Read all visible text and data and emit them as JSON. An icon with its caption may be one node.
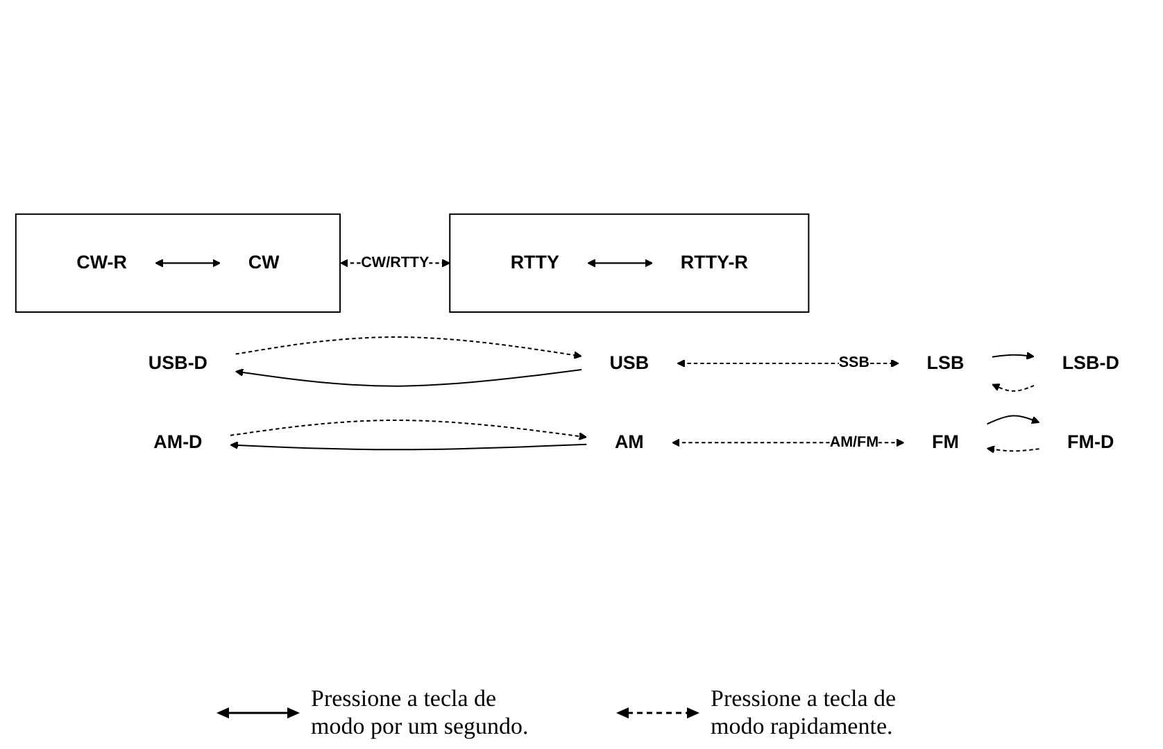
{
  "diagram": {
    "nodes": [
      {
        "text": [
          "USB-D"
        ]
      },
      {
        "text": [
          "USB"
        ]
      },
      {
        "text": [
          "LSB"
        ]
      },
      {
        "text": [
          "LSB-D"
        ]
      },
      {
        "text": [],
        "shape": "box"
      },
      {
        "text": [
          "CW-R"
        ],
        "in": 4
      },
      {
        "text": [
          "CW"
        ],
        "in": 4
      },
      {
        "text": [],
        "shape": "box"
      },
      {
        "text": [
          "RTTY"
        ],
        "in": 7
      },
      {
        "text": [
          "RTTY-R"
        ],
        "in": 7
      },
      {
        "text": [
          "AM-D"
        ]
      },
      {
        "text": [
          "AM"
        ]
      },
      {
        "text": [
          "FM"
        ]
      },
      {
        "text": [
          "FM-D"
        ]
      }
    ],
    "edges": [
      {
        "from": 1,
        "to": 0,
        "arrow": "to"
      },
      {
        "from": 0,
        "to": 1,
        "arrow": "to",
        "style": "dashed"
      },
      {
        "from": 1,
        "to": 2,
        "arrow": "both",
        "style": "dashed",
        "label": "SSB"
      },
      {
        "from": 2,
        "to": 3,
        "arrow": "to"
      },
      {
        "from": 3,
        "to": 2,
        "arrow": "to",
        "style": "dashed"
      },
      {
        "from": 5,
        "to": 6,
        "arrow": "both"
      },
      {
        "from": 4,
        "to": 7,
        "arrow": "both",
        "style": "dashed",
        "label": "CW/RTTY"
      },
      {
        "from": 8,
        "to": 9,
        "arrow": "both"
      },
      {
        "from": 11,
        "to": 10,
        "arrow": "to"
      },
      {
        "from": 10,
        "to": 11,
        "arrow": "to",
        "style": "dashed"
      },
      {
        "from": 11,
        "to": 12,
        "arrow": "both",
        "style": "dashed",
        "label": "AM/FM"
      },
      {
        "from": 12,
        "to": 13,
        "arrow": "to"
      },
      {
        "from": 13,
        "to": 12,
        "arrow": "to",
        "style": "dashed"
      }
    ],
    "legend": [
      {
        "text": "Pressione a tecla de modo por um segundo."
      },
      {
        "text": "Pressione a tecla de modo rapidamente."
      }
    ]
  }
}
